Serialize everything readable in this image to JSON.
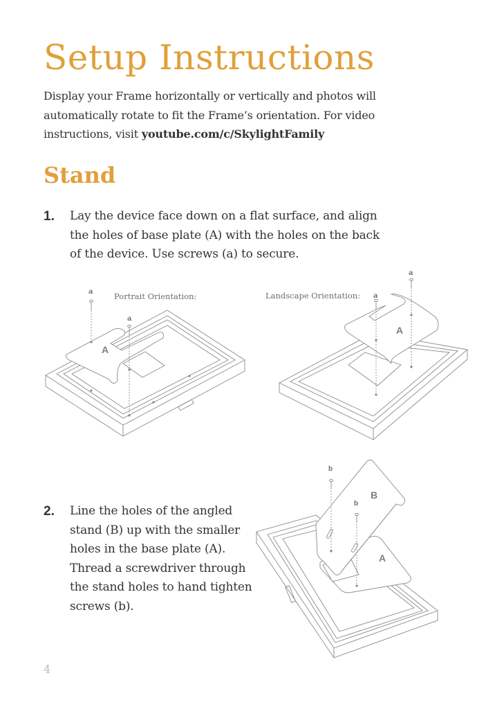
{
  "page": {
    "title": "Setup Instructions",
    "intro": {
      "text": "Display your Frame horizontally or vertically and photos will automatically rotate to fit the Frame’s orientation. For video instructions, visit ",
      "link": "youtube.com/c/SkylightFamily"
    },
    "section_title": "Stand",
    "steps": [
      {
        "number": "1.",
        "text": "Lay the device face down on a flat surface, and align the holes of base plate (A)  with the holes on the back of the device. Use screws (a) to secure."
      },
      {
        "number": "2.",
        "text": "Line the holes of the angled stand (B) up with the smaller holes in the base plate (A). Thread a screwdriver through the stand holes to hand tighten screws (b)."
      }
    ],
    "figures": {
      "portrait": {
        "caption": "Portrait Orientation:",
        "part_label": "A",
        "screw_labels": [
          "a",
          "a"
        ]
      },
      "landscape": {
        "caption": "Landscape Orientation:",
        "part_label": "A",
        "screw_labels": [
          "a",
          "a"
        ]
      },
      "stand": {
        "part_labels": [
          "B",
          "A"
        ],
        "screw_labels": [
          "b",
          "b"
        ]
      }
    },
    "page_number": "4",
    "colors": {
      "accent": "#e0a03a",
      "body_text": "#333333",
      "diagram_line": "#8a8a8a",
      "page_number": "#bdbdbd"
    }
  }
}
